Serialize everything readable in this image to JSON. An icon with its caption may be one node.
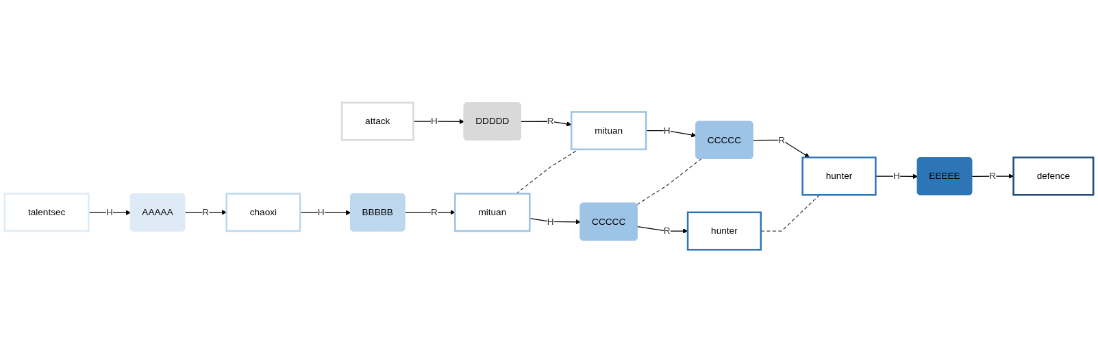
{
  "diagram": {
    "nodes": [
      {
        "text": [
          "talentsec"
        ]
      },
      {
        "text": [
          "AAAAA"
        ]
      },
      {
        "text": [
          "chaoxi"
        ]
      },
      {
        "text": [
          "BBBBB"
        ]
      },
      {
        "text": [
          "mituan"
        ]
      },
      {
        "text": [
          "CCCCC"
        ]
      },
      {
        "text": [
          "hunter"
        ]
      },
      {
        "text": [
          "attack"
        ]
      },
      {
        "text": [
          "DDDDD"
        ]
      },
      {
        "text": [
          "mituan"
        ]
      },
      {
        "text": [
          "CCCCC"
        ]
      },
      {
        "text": [
          "hunter"
        ]
      },
      {
        "text": [
          "EEEEE"
        ]
      },
      {
        "text": [
          "defence"
        ]
      }
    ],
    "edges": [
      {
        "from": 0,
        "to": 1,
        "arrow": "to",
        "label": "H"
      },
      {
        "from": 1,
        "to": 2,
        "arrow": "to",
        "label": "R"
      },
      {
        "from": 2,
        "to": 3,
        "arrow": "to",
        "label": "H"
      },
      {
        "from": 3,
        "to": 4,
        "arrow": "to",
        "label": "R"
      },
      {
        "from": 4,
        "to": 5,
        "arrow": "to",
        "label": "H"
      },
      {
        "from": 5,
        "to": 6,
        "arrow": "to",
        "label": "R"
      },
      {
        "from": 7,
        "to": 8,
        "arrow": "to",
        "label": "H"
      },
      {
        "from": 8,
        "to": 9,
        "arrow": "to",
        "label": "R"
      },
      {
        "from": 9,
        "to": 10,
        "arrow": "to",
        "label": "H"
      },
      {
        "from": 10,
        "to": 11,
        "arrow": "to",
        "label": "R"
      },
      {
        "from": 11,
        "to": 12,
        "arrow": "to",
        "label": "H"
      },
      {
        "from": 12,
        "to": 13,
        "arrow": "to",
        "label": "R"
      },
      {
        "from": 4,
        "to": 9,
        "arrow": "none",
        "style": "dashed",
        "color": "#404040"
      },
      {
        "from": 5,
        "to": 10,
        "arrow": "none",
        "style": "dashed",
        "color": "#404040"
      },
      {
        "from": 6,
        "to": 11,
        "arrow": "none",
        "style": "dashed",
        "color": "#404040"
      }
    ]
  }
}
